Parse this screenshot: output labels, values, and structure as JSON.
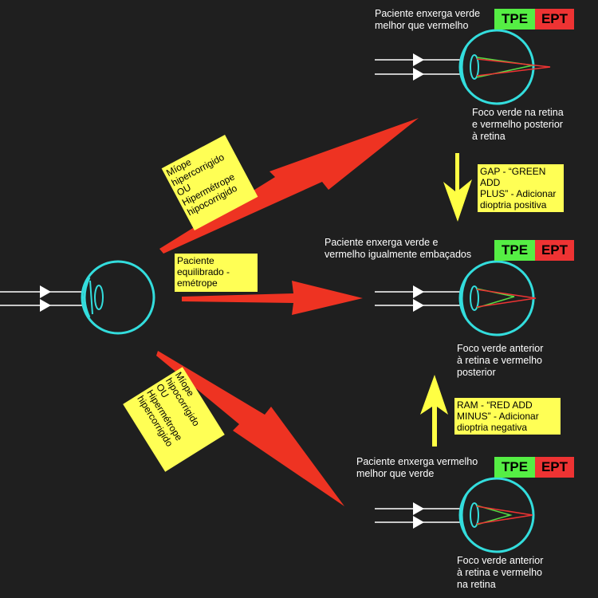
{
  "top": {
    "caption": "Paciente enxerga verde\nmelhor que vermelho",
    "badge_green": "TPE",
    "badge_red": "EPT",
    "focus": "Foco verde na retina\ne vermelho posterior\nà retina"
  },
  "middle": {
    "caption": "Paciente enxerga verde e\nvermelho igualmente embaçados",
    "badge_green": "TPE",
    "badge_red": "EPT",
    "focus": "Foco verde anterior\nà retina e vermelho\nposterior"
  },
  "bottom": {
    "caption": "Paciente enxerga vermelho\nmelhor que verde",
    "badge_green": "TPE",
    "badge_red": "EPT",
    "focus": "Foco verde anterior\nà retina e vermelho\nna retina"
  },
  "notes": {
    "gap": "GAP - “GREEN ADD\nPLUS” - Adicionar\ndioptria positiva",
    "ram": "RAM - “RED ADD\nMINUS” - Adicionar\ndioptria negativa",
    "upper_label": "Míope\nhipercorrigido\nOU\nHipermétrope\nhipocorrigido",
    "middle_label": "Paciente\nequilibrado -\nemétrope",
    "lower_label": "Míope\nhipocorrigido\nOU\nHipermétrope\nhipercorrigido"
  },
  "colors": {
    "background": "#1f1f1f",
    "eye": "#33dddd",
    "arrow_red": "#ee3322",
    "arrow_yellow": "#ffff44",
    "note_bg": "#ffff55",
    "badge_green": "#55ee44",
    "badge_red": "#ee3333"
  }
}
